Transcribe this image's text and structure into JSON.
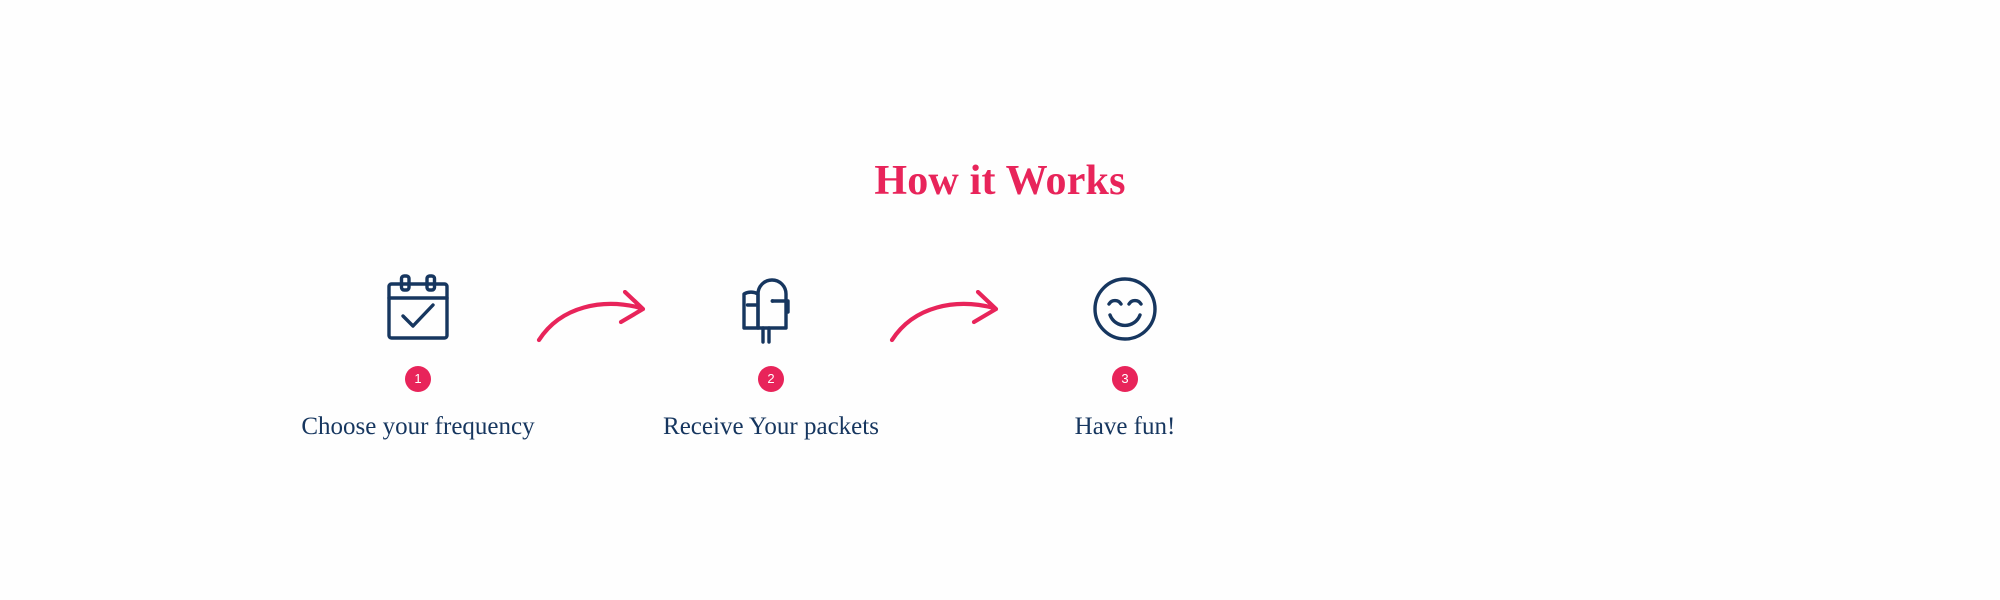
{
  "page": {
    "background_color": "#fefefe",
    "accent_color": "#e8245a",
    "icon_color": "#16365f",
    "text_color": "#16365f"
  },
  "heading": {
    "title": "How it Works"
  },
  "steps": [
    {
      "number": "1",
      "icon": "calendar-check-icon",
      "caption": "Choose your frequency"
    },
    {
      "number": "2",
      "icon": "mailbox-icon",
      "caption": "Receive Your packets"
    },
    {
      "number": "3",
      "icon": "smiley-face-icon",
      "caption": "Have fun!"
    }
  ],
  "connectors": [
    {
      "icon": "curved-arrow-right-icon"
    },
    {
      "icon": "curved-arrow-right-icon"
    }
  ]
}
